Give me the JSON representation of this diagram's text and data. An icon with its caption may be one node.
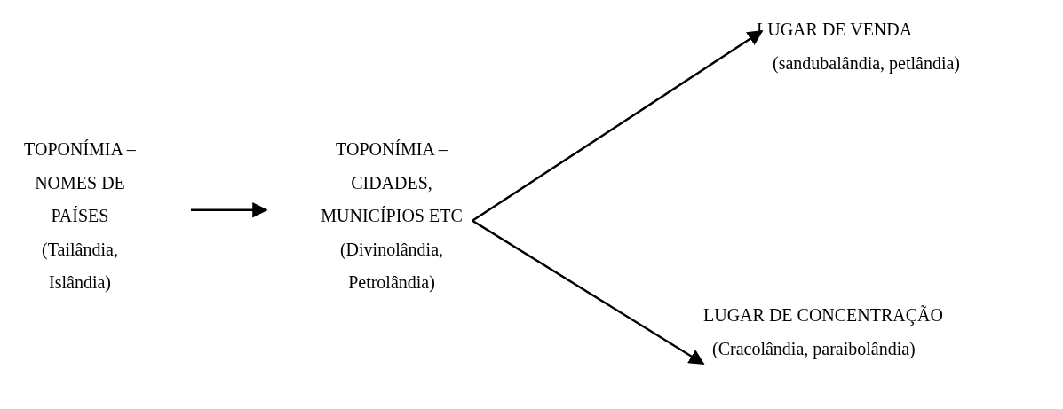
{
  "diagram": {
    "nodes": [
      {
        "text": [
          "TOPONÍMIA – NOMES DE PAÍSES",
          "(Tailândia, Islândia)"
        ]
      },
      {
        "text": [
          "TOPONÍMIA – CIDADES, MUNICÍPIOS ETC",
          "(Divinolândia, Petrolândia)"
        ]
      },
      {
        "text": [
          "LUGAR DE VENDA",
          "(sandubalândia, petlândia)"
        ]
      },
      {
        "text": [
          "LUGAR DE CONCENTRAÇÃO",
          "(Cracolândia, paraibolândia)"
        ]
      }
    ],
    "edges": [
      {
        "from": 0,
        "to": 1,
        "arrow": "to"
      },
      {
        "from": 1,
        "to": 2,
        "arrow": "to"
      },
      {
        "from": 1,
        "to": 3,
        "arrow": "to"
      }
    ]
  }
}
